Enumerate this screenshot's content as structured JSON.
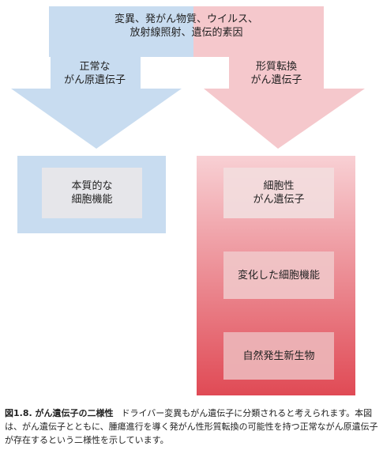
{
  "top_label": {
    "line1": "変異、発がん物質、ウイルス、",
    "line2": "放射線照射、遺伝的素因"
  },
  "left_arrow": {
    "line1": "正常な",
    "line2": "がん原遺伝子",
    "color": "#c8dcf0"
  },
  "right_arrow": {
    "line1": "形質転換",
    "line2": "がん遺伝子",
    "color": "#f5c8cc"
  },
  "left_panel": {
    "box_line1": "本質的な",
    "box_line2": "細胞機能",
    "color": "#c8dcf0"
  },
  "right_panel": {
    "box1_line1": "細胞性",
    "box1_line2": "がん遺伝子",
    "box2": "変化した細胞機能",
    "box3": "自然発生新生物",
    "gradient_top": "#f8d0d4",
    "gradient_bottom": "#e04a55"
  },
  "caption": {
    "title": "図1.8. がん遺伝子の二様性",
    "text": "ドライバー変異もがん遺伝子に分類されると考えられます。本図は、がん遺伝子とともに、腫瘍進行を導く発がん性形質転換の可能性を持つ正常ながん原遺伝子が存在するという二様性を示しています。"
  }
}
